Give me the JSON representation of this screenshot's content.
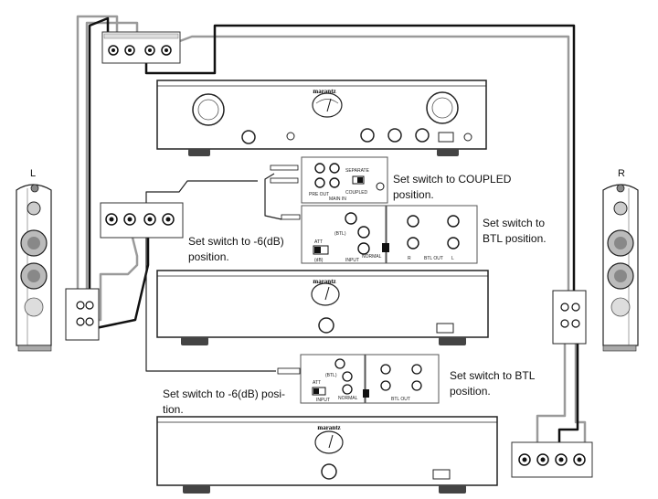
{
  "labels": {
    "left_speaker": "L",
    "right_speaker": "R",
    "brand": "marantz"
  },
  "notes": {
    "coupled": [
      "Set switch to COUPLED",
      "position."
    ],
    "btl_right": [
      "Set switch to",
      "BTL position."
    ],
    "att_upper": [
      "Set switch to -6(dB)",
      "position."
    ],
    "btl_lower": [
      "Set switch to BTL",
      "position."
    ],
    "att_lower": [
      "Set switch to -6(dB) posi-",
      "tion."
    ]
  },
  "panels": {
    "preamp": {
      "separate": "SEPARATE",
      "coupled": "COUPLED",
      "pre_out": "PRE OUT",
      "main_in": "MAIN IN"
    },
    "upper_amp": {
      "btl": "(BTL)",
      "att": "ATT",
      "db": "(dB)",
      "normal": "NORMAL",
      "input": "INPUT",
      "btl_out": "BTL OUT",
      "r": "R",
      "l": "L"
    },
    "lower_amp": {
      "btl": "(BTL)",
      "att": "ATT",
      "normal": "NORMAL",
      "input": "INPUT",
      "btl_out": "BTL OUT"
    }
  }
}
